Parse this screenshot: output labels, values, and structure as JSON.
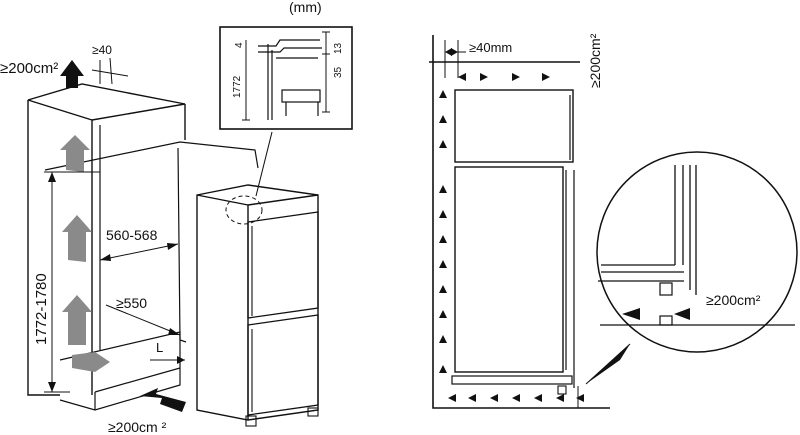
{
  "labels": {
    "unit": "(mm)",
    "top_vent_area": "≥200cm²",
    "top_gap": "≥40",
    "height_range": "1772-1780",
    "width_range": "560-568",
    "depth": "≥550",
    "l_marker": "L",
    "bottom_vent_area": "≥200cm ²",
    "detail_dim_4": "4",
    "detail_dim_13": "13",
    "detail_dim_35": "35",
    "detail_dim_1772": "1772",
    "side_gap": "≥40mm",
    "side_vent_area": "≥200cm²",
    "zoom_vent_area": "≥200cm²"
  },
  "colors": {
    "line": "#111111",
    "arrow_gray": "#8a8a8a"
  }
}
